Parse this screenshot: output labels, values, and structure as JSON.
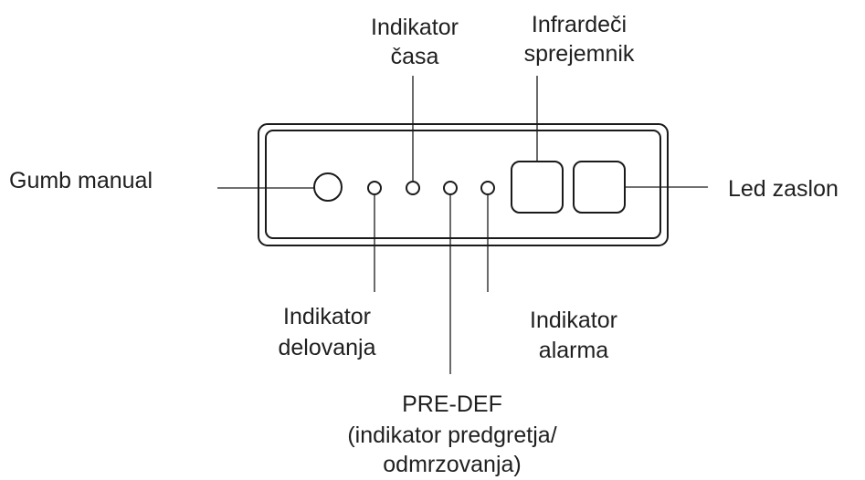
{
  "labels": {
    "gumb_manual": "Gumb manual",
    "indikator_casa_line1": "Indikator",
    "indikator_casa_line2": "časa",
    "infrardeci_line1": "Infrardeči",
    "infrardeci_line2": "sprejemnik",
    "led_zaslon": "Led zaslon",
    "indikator_delovanja_line1": "Indikator",
    "indikator_delovanja_line2": "delovanja",
    "indikator_alarma_line1": "Indikator",
    "indikator_alarma_line2": "alarma",
    "predef_line1": "PRE-DEF",
    "predef_line2": "(indikator predgretja/",
    "predef_line3": "odmrzovanja)"
  },
  "colors": {
    "stroke": "#1a1a1a",
    "text": "#1f1f1f"
  }
}
